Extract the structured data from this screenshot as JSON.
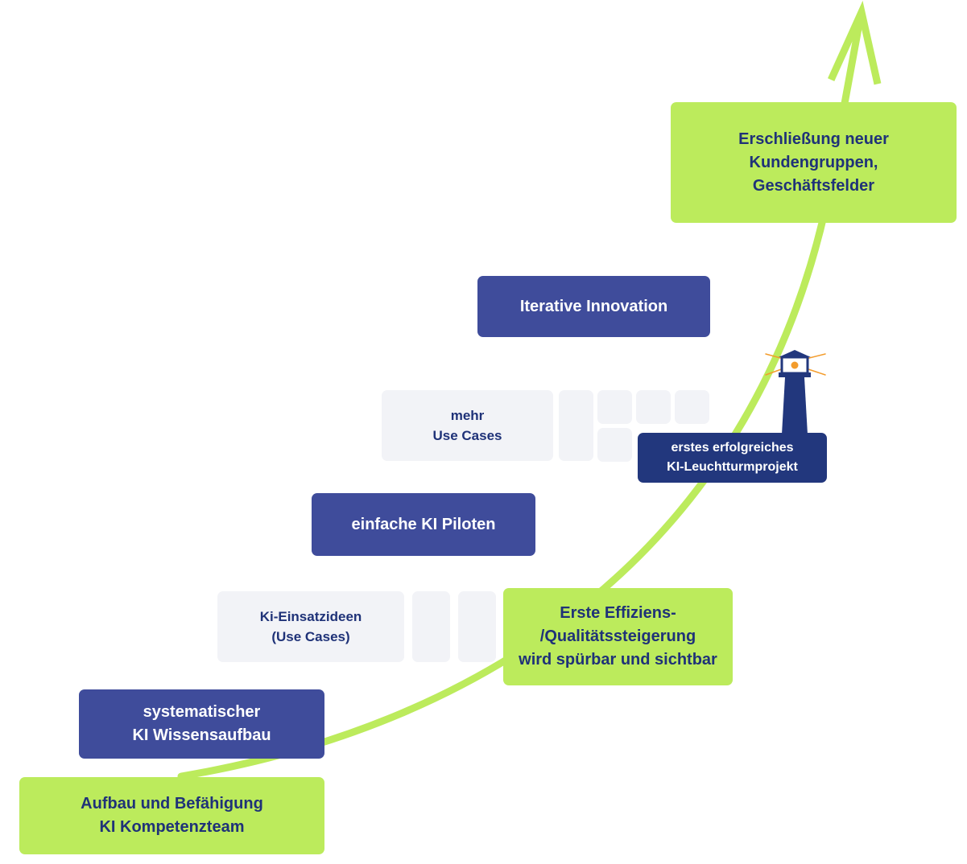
{
  "colors": {
    "green": "#bceb5c",
    "navy": "#3f4c9b",
    "dark_navy": "#22377d",
    "grey_tile": "#f2f3f7",
    "text_navy": "#1f3278",
    "beacon": "#f39c2c"
  },
  "steps": {
    "aufbau": [
      "Aufbau und Befähigung",
      "KI Kompetenzteam"
    ],
    "wissen": [
      "systematischer",
      "KI Wissensaufbau"
    ],
    "ideen": [
      "Ki-Einsatzideen",
      "(Use Cases)"
    ],
    "effizienz": [
      "Erste Effiziens-",
      "/Qualitätssteigerung",
      "wird spürbar und sichtbar"
    ],
    "piloten": "einfache KI Piloten",
    "usecases": [
      "mehr",
      "Use Cases"
    ],
    "leuchtturm": [
      "erstes erfolgreiches",
      "KI-Leuchtturmprojekt"
    ],
    "innovation": "Iterative Innovation",
    "kunden": [
      "Erschließung neuer",
      "Kundengruppen,",
      "Geschäftsfelder"
    ]
  },
  "icons": [
    "lighthouse-icon",
    "growth-arrow-icon"
  ]
}
